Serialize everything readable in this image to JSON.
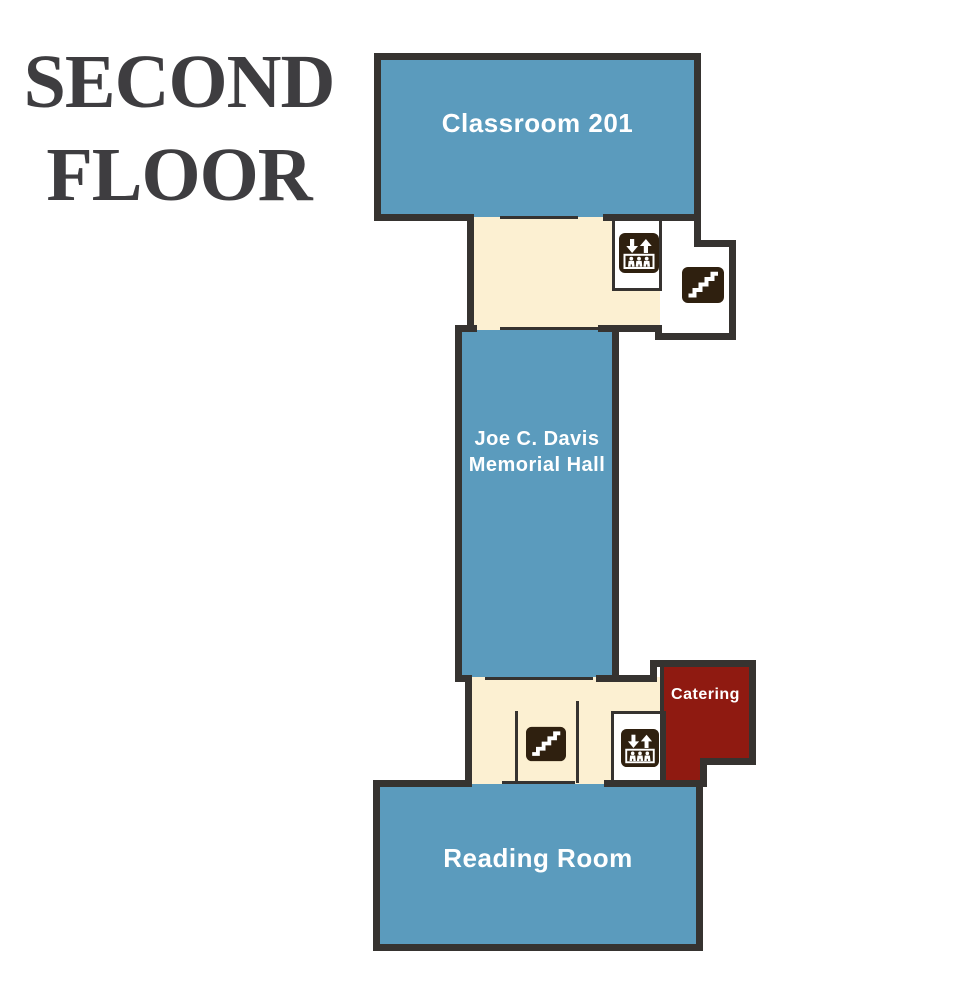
{
  "title": {
    "line1": "SECOND",
    "line2": "FLOOR"
  },
  "rooms": {
    "classroom": {
      "label": "Classroom 201"
    },
    "memorial_hall": {
      "label_line1": "Joe C. Davis",
      "label_line2": "Memorial Hall"
    },
    "reading_room": {
      "label": "Reading Room"
    },
    "catering": {
      "label": "Catering"
    }
  },
  "icons": {
    "top_elevator": "elevator-icon",
    "top_stairs": "stairs-icon",
    "bottom_stairs": "stairs-icon",
    "bottom_elevator": "elevator-icon"
  },
  "colors": {
    "room_blue": "#5b9bbd",
    "corridor_cream": "#fcf0d2",
    "catering_red": "#8f1a11",
    "wall": "#363330",
    "icon_brown": "#2f200f",
    "title_text": "#3e3d40",
    "label_text": "#ffffff"
  }
}
